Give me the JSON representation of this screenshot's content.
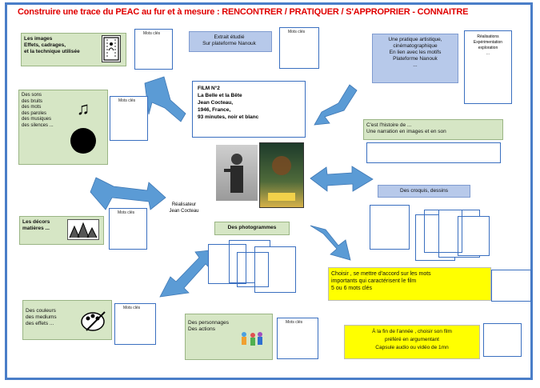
{
  "title": "Construire une trace  du PEAC au fur et à mesure : RENCONTRER / PRATIQUER / S'APPROPRIER - CONNAITRE",
  "mots_cles": "Mots clés",
  "images_box": {
    "lines": [
      "Les images",
      "Effets, cadrages,",
      "et la technique utilisée"
    ]
  },
  "extrait_box": {
    "lines": [
      "Extrait étudié",
      "Sur plateforme Nanouk"
    ]
  },
  "pratique_box": {
    "lines": [
      "Une pratique  artistique,",
      "cinématographique",
      "En lien avec les motifs",
      "Plateforme Nanouk",
      "..."
    ]
  },
  "realisations_box": {
    "lines": [
      "Réalisations",
      "Expérimentation",
      "exploration",
      "..."
    ]
  },
  "sons_box": {
    "lines": [
      "Des sons",
      "des bruits",
      "des mots",
      "des paroles",
      "des musiques",
      "des silences ..."
    ]
  },
  "film_box": {
    "lines": [
      "FILM N°2",
      "La Belle et la Bête",
      "Jean Cocteau,",
      "1946, France,",
      "93 minutes, noir et blanc"
    ]
  },
  "histoire_box": {
    "lines": [
      "C'est l'histoire de ...",
      "Une narration en images et en son"
    ]
  },
  "croquis_box": {
    "text": "Des croquis, dessins"
  },
  "realisateur": {
    "lines": [
      "Réalisateur",
      "Jean Cocteau"
    ]
  },
  "decors_box": {
    "lines": [
      "Les décors",
      "matières ..."
    ]
  },
  "photogrammes_box": {
    "text": "Des photogrammes"
  },
  "choisir_box": {
    "lines": [
      "Choisir , se mettre d'accord sur les mots",
      "importants qui caractérisent le film",
      "5 ou 6 mots clés"
    ]
  },
  "couleurs_box": {
    "lines": [
      "Des couleurs",
      "des mediums",
      "des effets ..."
    ]
  },
  "personnages_box": {
    "lines": [
      "Des personnages",
      "Des actions"
    ]
  },
  "fin_box": {
    "lines": [
      "À la fin de l'année , choisir son film",
      "préféré en argumentant",
      "Capsule audio ou vidéo de 1mn"
    ]
  },
  "colors": {
    "frame": "#4a7ec8",
    "arrow": "#5b9bd5",
    "title": "#e00000",
    "green": "#d6e6c5",
    "blue": "#b7c9ea",
    "yellow": "#ffff00"
  }
}
